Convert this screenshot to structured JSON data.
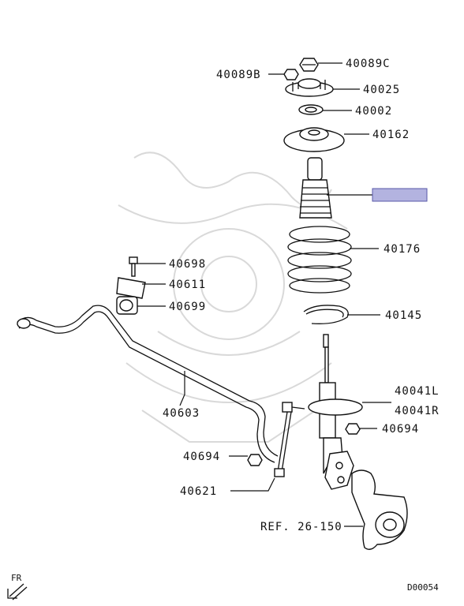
{
  "labels": {
    "p40089C": "40089C",
    "p40089B": "40089B",
    "p40025": "40025",
    "p40002": "40002",
    "p40162": "40162",
    "p40176": "40176",
    "p40145": "40145",
    "p40698": "40698",
    "p40611": "40611",
    "p40699": "40699",
    "p40603": "40603",
    "p40041L": "40041L",
    "p40041R": "40041R",
    "p40694a": "40694",
    "p40694b": "40694",
    "p40621": "40621",
    "ref": "REF. 26-150",
    "fr": "FR",
    "diagram_id": "D00054"
  },
  "colors": {
    "highlight": "#b3b3e0",
    "highlight_border": "#5a5aa8",
    "watermark": "#d9d9d9",
    "ink": "#111111"
  }
}
